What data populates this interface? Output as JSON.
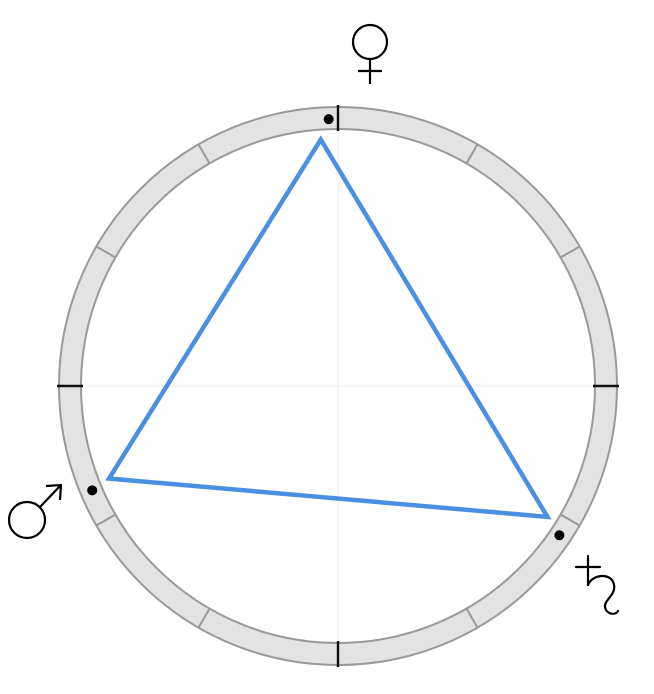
{
  "colors": {
    "ring_fill": "#e3e3e3",
    "ring_stroke": "#999999",
    "crosshair": "#eeeeee",
    "cardinal_tick": "#111111",
    "triangle": "#4a90e2",
    "marker": "#000000",
    "glyph": "#000000"
  },
  "ring": {
    "divisions": 12
  },
  "aspect": {
    "type": "triangle"
  },
  "planets": [
    {
      "name": "venus",
      "glyph": "venus-symbol-icon",
      "longitude_deg": 92
    },
    {
      "name": "mars",
      "glyph": "mars-symbol-icon",
      "longitude_deg": 203
    },
    {
      "name": "saturn",
      "glyph": "saturn-symbol-icon",
      "longitude_deg": 326
    }
  ]
}
